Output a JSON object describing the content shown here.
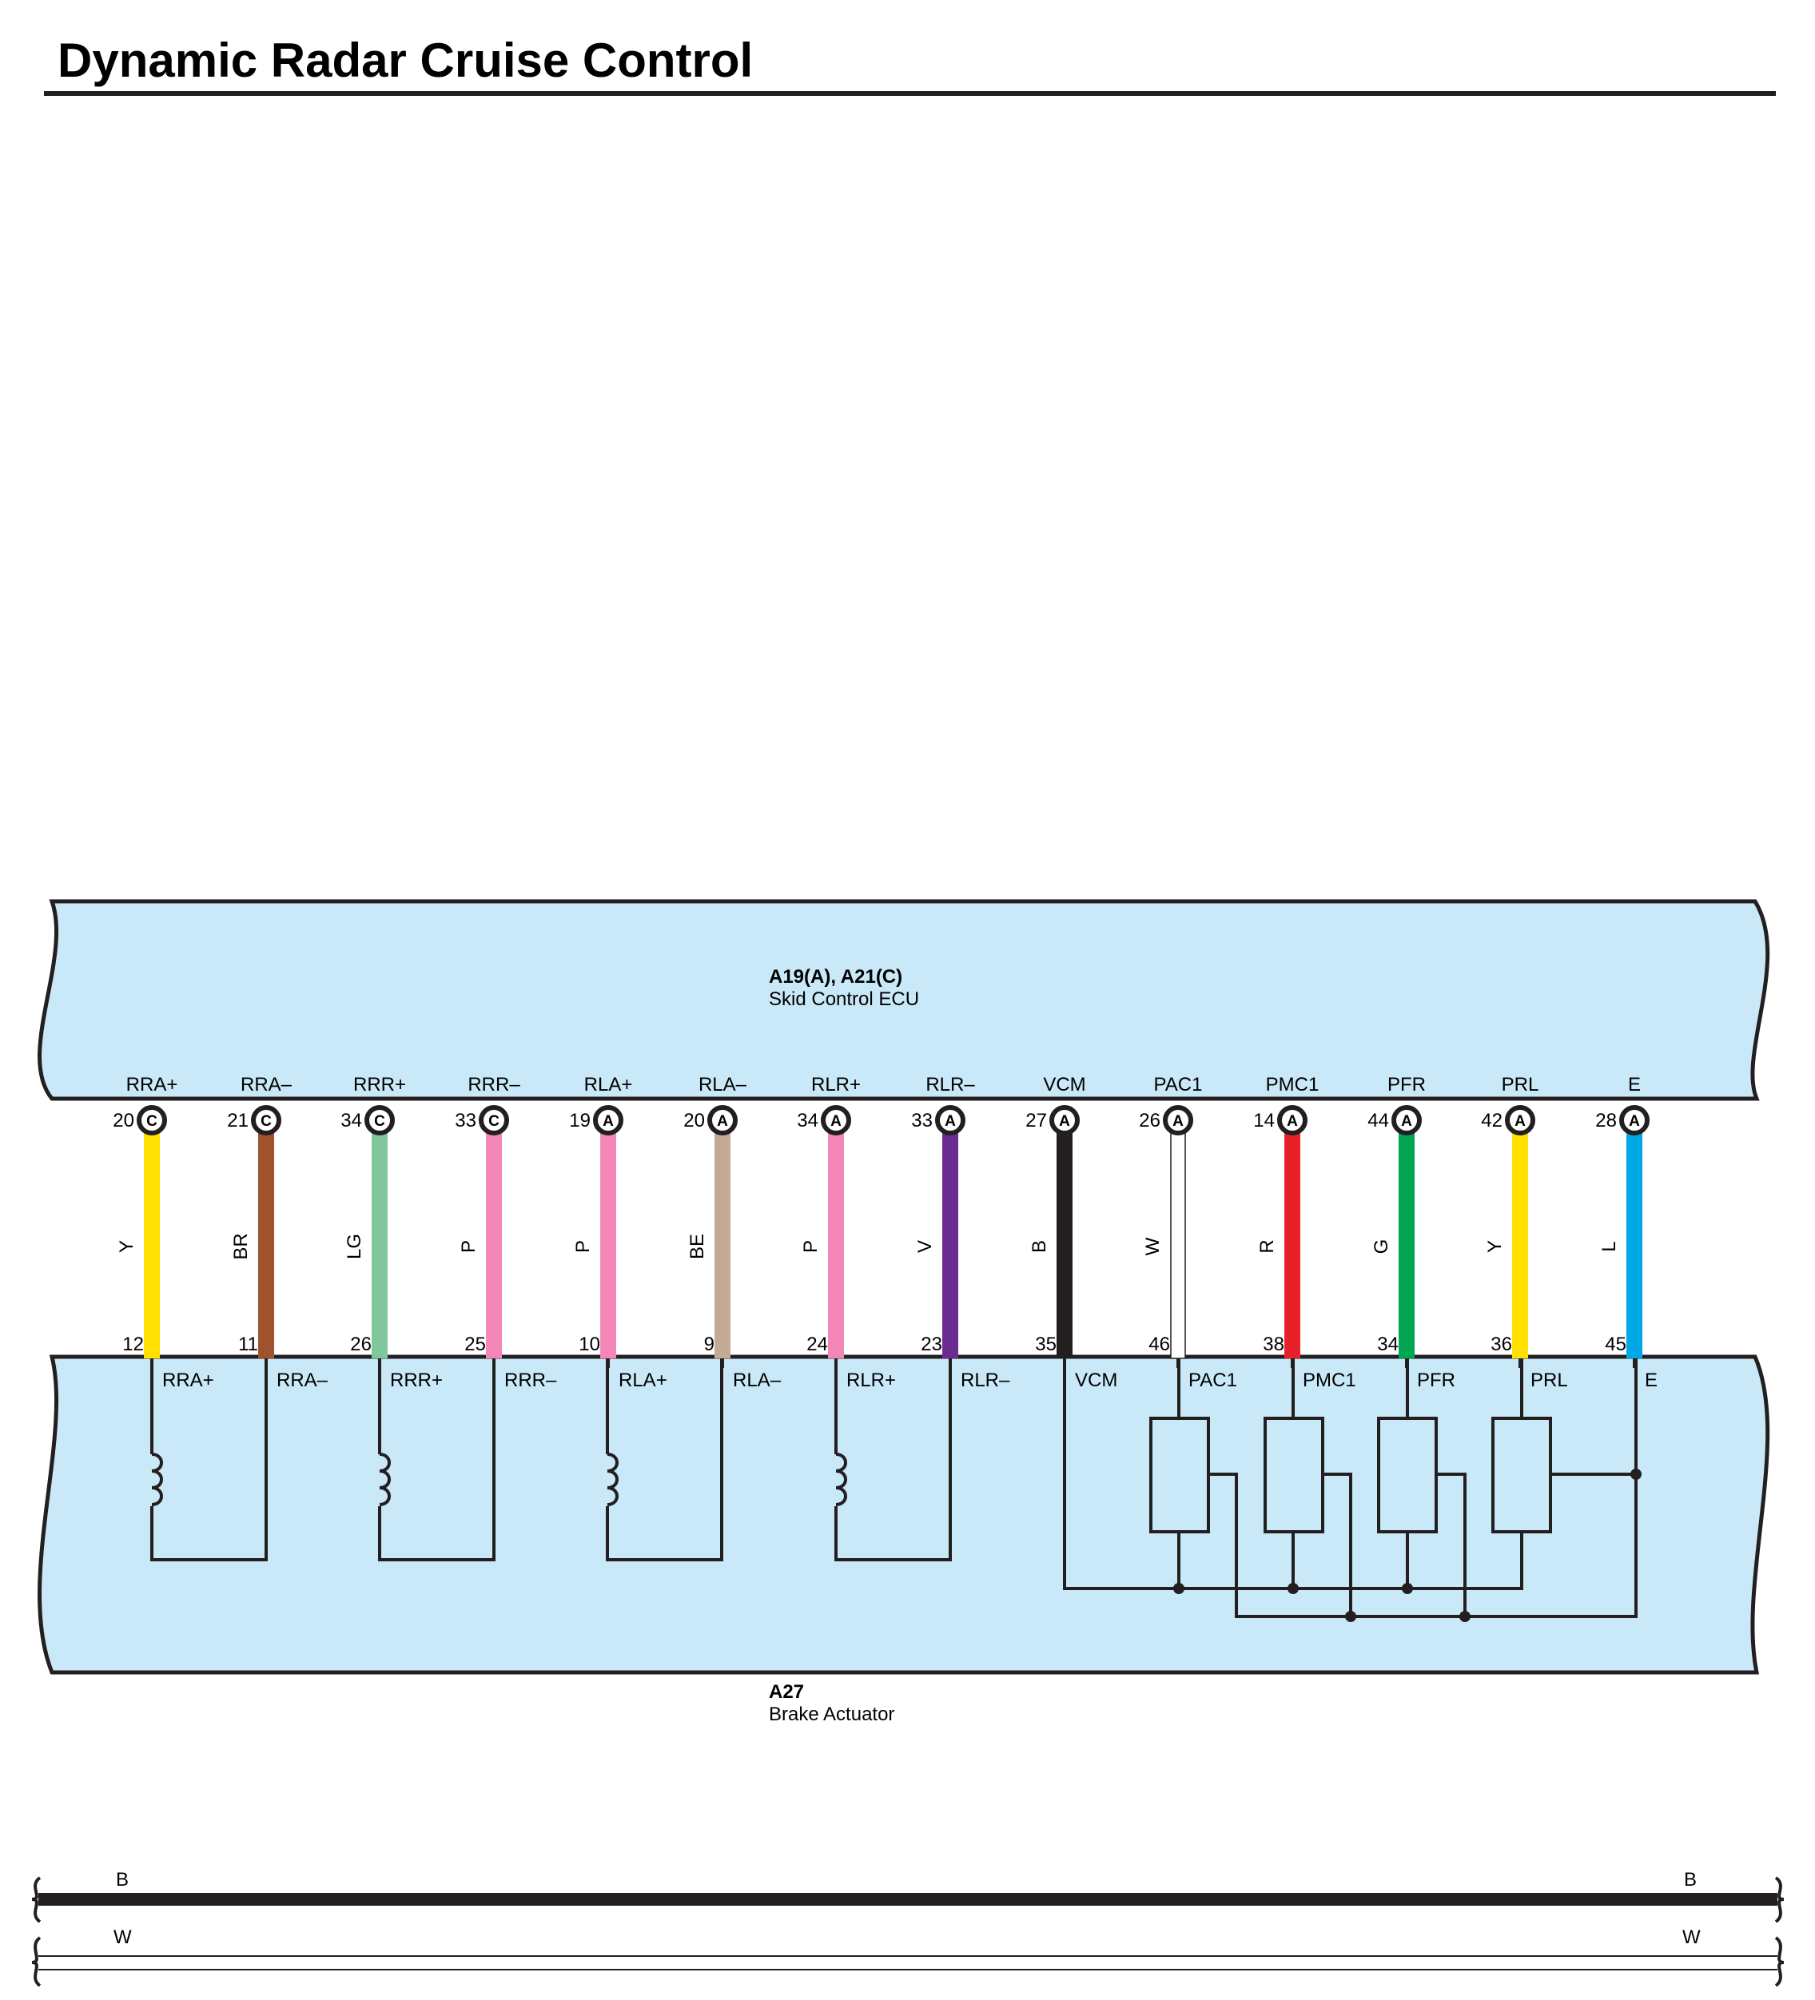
{
  "title": "Dynamic Radar Cruise Control",
  "ecu": {
    "id": "A19(A), A21(C)",
    "name": "Skid Control ECU"
  },
  "actuator": {
    "id": "A27",
    "name": "Brake Actuator"
  },
  "colors": {
    "panel_fill": "#c9e8f8",
    "line": "#231f20"
  },
  "wires": [
    {
      "signal": "RRA+",
      "ecu_pin": "20",
      "connector": "C",
      "color_code": "Y",
      "color": "#ffe000",
      "act_pin": "12",
      "act_label": "RRA+"
    },
    {
      "signal": "RRA–",
      "ecu_pin": "21",
      "connector": "C",
      "color_code": "BR",
      "color": "#a0522d",
      "act_pin": "11",
      "act_label": "RRA–"
    },
    {
      "signal": "RRR+",
      "ecu_pin": "34",
      "connector": "C",
      "color_code": "LG",
      "color": "#80c89c",
      "act_pin": "26",
      "act_label": "RRR+"
    },
    {
      "signal": "RRR–",
      "ecu_pin": "33",
      "connector": "C",
      "color_code": "P",
      "color": "#f388b8",
      "act_pin": "25",
      "act_label": "RRR–"
    },
    {
      "signal": "RLA+",
      "ecu_pin": "19",
      "connector": "A",
      "color_code": "P",
      "color": "#f388b8",
      "act_pin": "10",
      "act_label": "RLA+"
    },
    {
      "signal": "RLA–",
      "ecu_pin": "20",
      "connector": "A",
      "color_code": "BE",
      "color": "#c3aa96",
      "act_pin": "9",
      "act_label": "RLA–"
    },
    {
      "signal": "RLR+",
      "ecu_pin": "34",
      "connector": "A",
      "color_code": "P",
      "color": "#f388b8",
      "act_pin": "24",
      "act_label": "RLR+"
    },
    {
      "signal": "RLR–",
      "ecu_pin": "33",
      "connector": "A",
      "color_code": "V",
      "color": "#6a2c90",
      "act_pin": "23",
      "act_label": "RLR–"
    },
    {
      "signal": "VCM",
      "ecu_pin": "27",
      "connector": "A",
      "color_code": "B",
      "color": "#231f20",
      "act_pin": "35",
      "act_label": "VCM"
    },
    {
      "signal": "PAC1",
      "ecu_pin": "26",
      "connector": "A",
      "color_code": "W",
      "color": "#ffffff",
      "act_pin": "46",
      "act_label": "PAC1"
    },
    {
      "signal": "PMC1",
      "ecu_pin": "14",
      "connector": "A",
      "color_code": "R",
      "color": "#e8202a",
      "act_pin": "38",
      "act_label": "PMC1"
    },
    {
      "signal": "PFR",
      "ecu_pin": "44",
      "connector": "A",
      "color_code": "G",
      "color": "#00a651",
      "act_pin": "34",
      "act_label": "PFR"
    },
    {
      "signal": "PRL",
      "ecu_pin": "42",
      "connector": "A",
      "color_code": "Y",
      "color": "#ffe000",
      "act_pin": "36",
      "act_label": "PRL"
    },
    {
      "signal": "E",
      "ecu_pin": "28",
      "connector": "A",
      "color_code": "L",
      "color": "#00a8e8",
      "act_pin": "45",
      "act_label": "E"
    }
  ],
  "legend": {
    "black_left": "B",
    "black_right": "B",
    "white_left": "W",
    "white_right": "W"
  }
}
